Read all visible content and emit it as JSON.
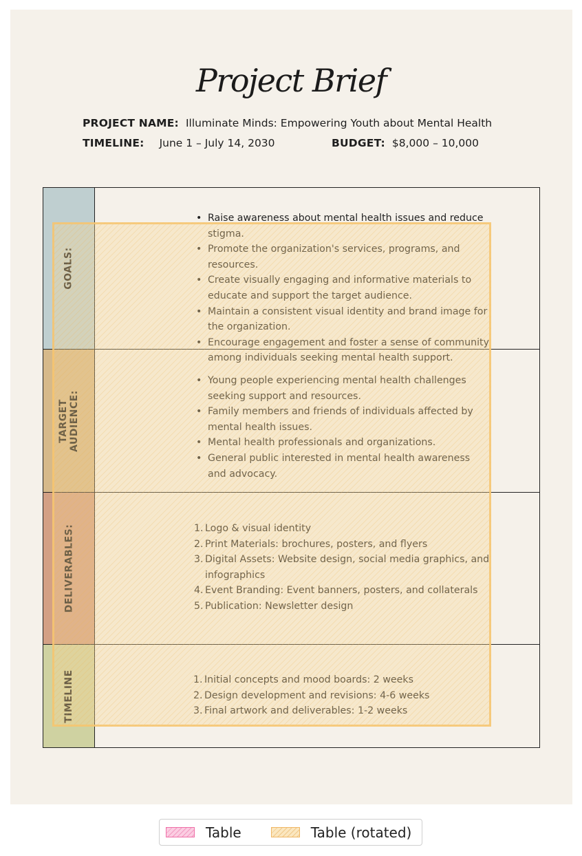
{
  "document": {
    "title": "Project Brief",
    "project_name_label": "PROJECT NAME:",
    "project_name": "Illuminate Minds: Empowering Youth about Mental Health",
    "timeline_label": "TIMELINE:",
    "timeline": "June 1 – July 14, 2030",
    "budget_label": "BUDGET:",
    "budget": "$8,000 – 10,000"
  },
  "sections": [
    {
      "label": "GOALS:",
      "style": "bullets",
      "items": [
        "Raise awareness about mental health issues and reduce stigma.",
        "Promote the organization's services, programs, and resources.",
        "Create visually engaging and informative materials to educate and support the target audience.",
        "Maintain a consistent visual identity and brand image for the organization.",
        "Encourage engagement and foster a sense of community among individuals seeking mental health support."
      ]
    },
    {
      "label": "TARGET\nAUDIENCE:",
      "style": "bullets",
      "items": [
        "Young people experiencing mental health challenges seeking support and resources.",
        "Family members and friends of individuals affected by mental health issues.",
        "Mental health professionals and organizations.",
        "General public interested in mental health awareness and advocacy."
      ]
    },
    {
      "label": "DELIVERABLES:",
      "style": "numbered",
      "items": [
        "Logo & visual identity",
        "Print Materials: brochures, posters, and flyers",
        "Digital Assets: Website design, social media graphics, and infographics",
        "Event Branding: Event banners, posters, and collaterals",
        "Publication: Newsletter design"
      ]
    },
    {
      "label": "TIMELINE",
      "style": "numbered",
      "items": [
        "Initial concepts and mood boards: 2 weeks",
        "Design development and revisions: 4-6 weeks",
        "Final artwork and deliverables: 1-2 weeks"
      ]
    }
  ],
  "legend": {
    "items": [
      {
        "label": "Table",
        "color": "#f7a4ca"
      },
      {
        "label": "Table (rotated)",
        "color": "#f9d796"
      }
    ]
  }
}
